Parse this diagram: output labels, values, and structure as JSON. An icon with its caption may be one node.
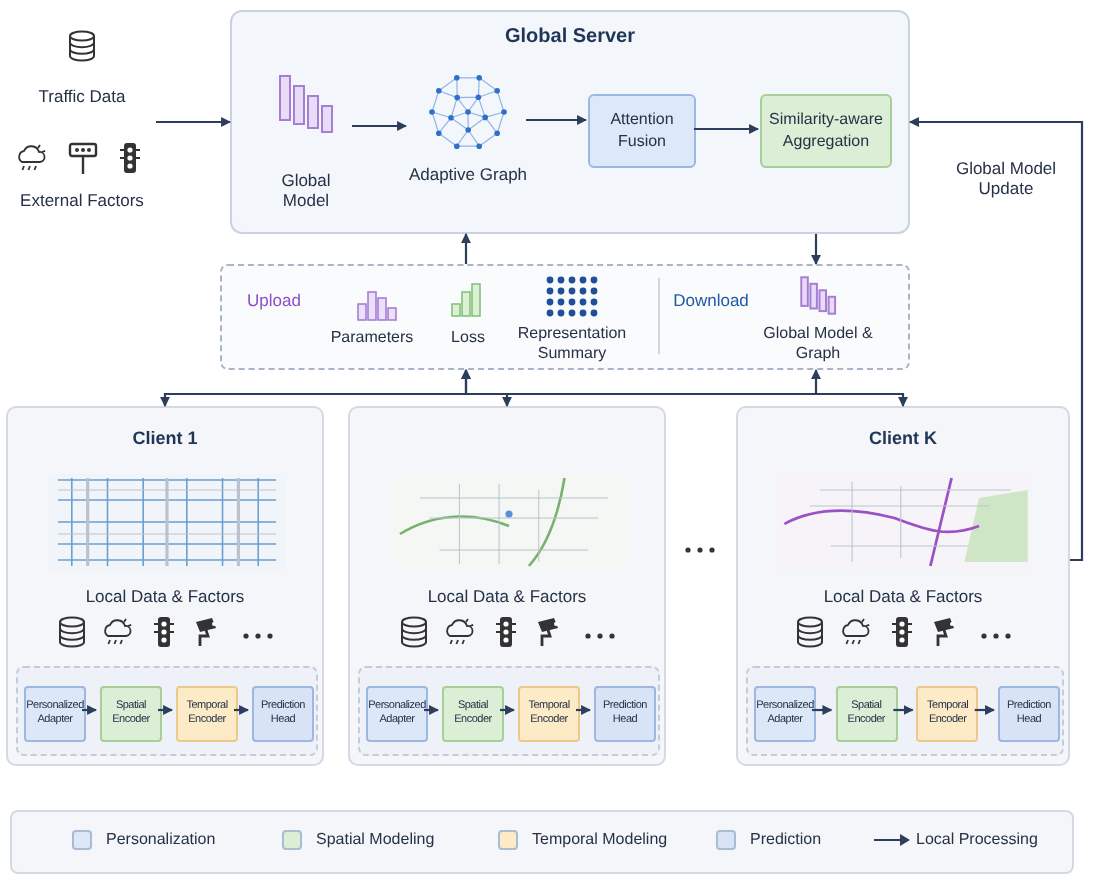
{
  "diagram": {
    "nodes": [
      {
        "text": [
          "Global Server"
        ]
      },
      {
        "text": [
          "Global Model"
        ],
        "in": 0
      },
      {
        "text": [
          "Adaptive Graph"
        ],
        "in": 0
      },
      {
        "text": [
          "Attention Fusion"
        ],
        "in": 0
      },
      {
        "text": [
          "Similarity-aware Aggregation"
        ],
        "in": 0
      },
      {
        "text": [
          "Traffic Data",
          "External Factors"
        ]
      },
      {
        "text": [
          "Upload",
          "Parameters",
          "Loss",
          "Representation Summary",
          "Download",
          "Global Model & Graph"
        ]
      },
      {
        "text": [
          "Client 1",
          "Local Data & Factors"
        ]
      },
      {
        "text": [],
        "shape": "box",
        "in": 7
      },
      {
        "text": [
          "Personalized Adapter"
        ],
        "in": 8
      },
      {
        "text": [
          "Spatial Encoder"
        ],
        "in": 8
      },
      {
        "text": [
          "Temporal Encoder"
        ],
        "in": 8
      },
      {
        "text": [
          "Prediction Head"
        ],
        "in": 8
      },
      {
        "text": [
          "Local Data & Factors"
        ]
      },
      {
        "text": [],
        "shape": "box",
        "in": 13
      },
      {
        "text": [
          "Personalized Adapter"
        ],
        "in": 14
      },
      {
        "text": [
          "Spatial Encoder"
        ],
        "in": 14
      },
      {
        "text": [
          "Temporal Encoder"
        ],
        "in": 14
      },
      {
        "text": [
          "Prediction Head"
        ],
        "in": 14
      },
      {
        "text": [
          "Client K",
          "Local Data & Factors"
        ]
      },
      {
        "text": [],
        "shape": "box",
        "in": 19
      },
      {
        "text": [
          "Personalized Adapter"
        ],
        "in": 20
      },
      {
        "text": [
          "Spatial Encoder"
        ],
        "in": 20
      },
      {
        "text": [
          "Temporal Encoder"
        ],
        "in": 20
      },
      {
        "text": [
          "Prediction Head"
        ],
        "in": 20
      }
    ],
    "edges": [
      {
        "from": 5,
        "to": 0,
        "arrow": "to"
      },
      {
        "from": 1,
        "to": 2,
        "arrow": "to"
      },
      {
        "from": 2,
        "to": 3,
        "arrow": "to"
      },
      {
        "from": 3,
        "to": 4,
        "arrow": "to"
      },
      {
        "from": 6,
        "to": 0,
        "arrow": "to"
      },
      {
        "from": 0,
        "to": 6,
        "arrow": "to"
      },
      {
        "from": 6,
        "to": 7,
        "arrow": "both"
      },
      {
        "from": 6,
        "to": 13,
        "arrow": "both"
      },
      {
        "from": 6,
        "to": 19,
        "arrow": "both"
      },
      {
        "from": 19,
        "to": 0,
        "arrow": "to",
        "label": "Global Model Update"
      },
      {
        "from": 9,
        "to": 10,
        "arrow": "to"
      },
      {
        "from": 10,
        "to": 11,
        "arrow": "to"
      },
      {
        "from": 11,
        "to": 12,
        "arrow": "to"
      },
      {
        "from": 15,
        "to": 16,
        "arrow": "to"
      },
      {
        "from": 16,
        "to": 17,
        "arrow": "to"
      },
      {
        "from": 17,
        "to": 18,
        "arrow": "to"
      },
      {
        "from": 21,
        "to": 22,
        "arrow": "to"
      },
      {
        "from": 22,
        "to": 23,
        "arrow": "to"
      },
      {
        "from": 23,
        "to": 24,
        "arrow": "to"
      }
    ],
    "legend": [
      {
        "text": "Personalization",
        "color": "#dce7f7"
      },
      {
        "text": "Spatial Modeling",
        "color": "#dbeed6"
      },
      {
        "text": "Temporal Modeling",
        "color": "#fdebc8"
      },
      {
        "text": "Prediction",
        "color": "#d8e4f6"
      },
      {
        "text": "Local Processing"
      }
    ]
  }
}
